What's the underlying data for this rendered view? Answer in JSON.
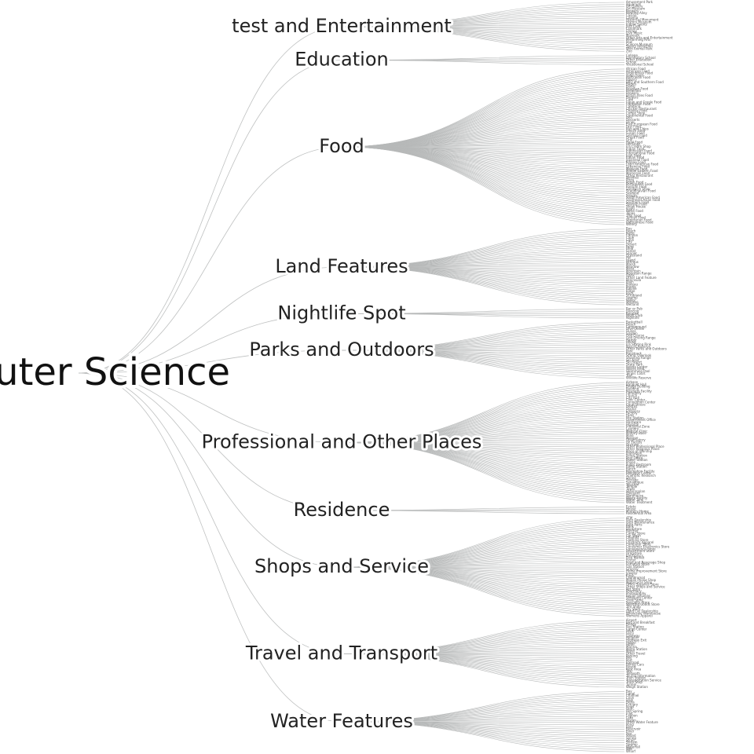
{
  "root": {
    "label": "Computer Science"
  },
  "colors": {
    "link": "#bfc1c1",
    "label": "#222222",
    "leaf": "#555555"
  },
  "categories": [
    {
      "label": "test and Entertainment",
      "children": [
        "Amusement Park",
        "Aquarium",
        "Art Gallery",
        "Art Museum",
        "Brewery",
        "Bowling Alley",
        "Casino",
        "Cinema",
        "Historical Monument",
        "History Museum",
        "Indoor Sports",
        "Jazz Club",
        "Landmark",
        "Library",
        "Live Music",
        "Museum",
        "Other Arts and Entertainment",
        "Performing Arts",
        "Pool",
        "Science Museum",
        "Sports Attraction",
        "Wild Animal Park",
        "Zoo"
      ]
    },
    {
      "label": "Education",
      "children": [
        "College",
        "Elementary School",
        "Other Education",
        "School",
        "Vocational School"
      ]
    },
    {
      "label": "Food",
      "children": [
        "African Food",
        "American Food",
        "Argentinian Food",
        "Asian Food",
        "Australian Food",
        "Bakery",
        "BBQ and Southern Food",
        "Bagels",
        "Bistro",
        "Brazilian Food",
        "Breakfast",
        "Brewery",
        "British Isles Food",
        "Burgers",
        "Cafe",
        "Cajun and Creole Food",
        "Caribbean Food",
        "Cafeteria",
        "Chicken Restaurant",
        "Chinese Food",
        "Coffee Shop",
        "Continental Food",
        "Deli",
        "Desserts",
        "Diner",
        "East European Food",
        "Fast Food",
        "Fish and Chips",
        "French Food",
        "Fusion Food",
        "German Food",
        "Greek Food",
        "Grill",
        "Halal Food",
        "Hot Dogs",
        "Ice Cream Shop",
        "Indian Food",
        "Indonesian Food",
        "International Food",
        "Irish Food",
        "Italian Food",
        "Japanese Food",
        "Korean Food",
        "Latin American Food",
        "Lebanese Food",
        "Mexican Food",
        "Middle Eastern Food",
        "Moroccan Food",
        "Other Restaurant",
        "Noodles",
        "Pizza",
        "Polish Food",
        "Portuguese Food",
        "Russian Food",
        "Sandwich Shop",
        "Scandinavian Food",
        "Seafood",
        "Snacks",
        "South American Food",
        "Southeast Asian Food",
        "Southern Food",
        "Spanish Food",
        "Steak House",
        "Sushi",
        "Swiss Food",
        "Tapas",
        "Thai Food",
        "Turkish Food",
        "Vegetarian Food",
        "Vietnamese Food",
        "Winery"
      ]
    },
    {
      "label": "Land Features",
      "children": [
        "Bay",
        "Beach",
        "Butte",
        "Canyon",
        "Cape",
        "Cave",
        "City",
        "Desert",
        "Farm",
        "Field",
        "Forest",
        "Glacier",
        "Grassland",
        "Hill",
        "Island",
        "Isthmus",
        "Marsh",
        "Meadow",
        "Mesa",
        "Mountain",
        "Mountain Range",
        "Oasis",
        "Other Land Feature",
        "Peninsula",
        "Plain",
        "Plateau",
        "Prairie",
        "Ravine",
        "Ridge",
        "Rock",
        "Scrubland",
        "Swamp",
        "Valley",
        "Volcano",
        "Wetland"
      ]
    },
    {
      "label": "Nightlife Spot",
      "children": [
        "Bar or Pub",
        "Dancing",
        "Karaoke",
        "Night Club",
        "Nightlife"
      ]
    },
    {
      "label": "Parks and Outdoors",
      "children": [
        "Basketball",
        "Beach",
        "Campground",
        "Dive Center",
        "Dunes",
        "Garden",
        "Golf Course",
        "Golf Driving Range",
        "Harbor",
        "Hiking",
        "Ice Skating Rink",
        "Nature Reserve",
        "Other Parks and Outdoors",
        "Park",
        "Racetrack",
        "Scenic Overlook",
        "Shooting Range",
        "Ski Area",
        "Ski Resort",
        "Skate Park",
        "Sports Center",
        "Sports Field",
        "Swimming Pool",
        "Tennis Court",
        "Trail",
        "Wildlife Reserve"
      ]
    },
    {
      "label": "Professional and Other Places",
      "children": [
        "Airbase",
        "Banquet Hall",
        "Bridge Building",
        "Building",
        "Business Facility",
        "Cemetery",
        "Church",
        "City Hall",
        "Civic Center",
        "Convention Center",
        "Court House",
        "Dentist",
        "Doctor",
        "Embassy",
        "Factory",
        "Farm",
        "Fire Station",
        "Government Office",
        "Hardware",
        "Hospital",
        "Industrial Zone",
        "Laundry",
        "Medical Clinic",
        "Military Base",
        "Mine",
        "Mosque",
        "Observatory",
        "Oil Facility",
        "Orchard",
        "Other Professional Place",
        "Other Religious Place",
        "Place of Worship",
        "Plantation",
        "Police Station",
        "Post Office",
        "Power Station",
        "Prison",
        "Public Restroom",
        "Radio Station",
        "Ranch",
        "Recreation Facility",
        "Religious Center",
        "Scientific Research",
        "Shrine",
        "Storage",
        "Synagogue",
        "Telecom",
        "Temple",
        "Tower",
        "Veterinarian",
        "Vineyard",
        "Warehouse",
        "Waste Facility",
        "Water Tank",
        "Water Treatment"
      ]
    },
    {
      "label": "Residence",
      "children": [
        "Estate",
        "House",
        "Ministry Home",
        "Residential Area"
      ]
    },
    {
      "label": "Shops and Service",
      "children": [
        "ATM",
        "Auto Dealership",
        "Auto Maintenance",
        "Auto Parts",
        "Bank",
        "Bookstore",
        "Butcher",
        "Candy Store",
        "Car Wash",
        "Chemist",
        "Clothing Store",
        "Childrens Apparel",
        "Computer Store",
        "Consumer Electronics Store",
        "Convenience Store",
        "Department Store",
        "Drugstore",
        "Electronics",
        "Flea Market",
        "Florist",
        "Food and Beverage Shop",
        "Furniture Store",
        "Gas Station",
        "Grocery",
        "Home Improvement Store",
        "Jeweler",
        "Kiosk",
        "Laundromat",
        "Mobile Phone Shop",
        "Motorcycle Shop",
        "Office Supplies Store",
        "Other Shops and Service",
        "Pet Store",
        "Pharmacy",
        "Photography",
        "Repair Services",
        "Shopping Center",
        "Shoe Store",
        "Specialty Store",
        "Sporting Goods Store",
        "Tire Shop",
        "Toy Store",
        "Used Car Dealership",
        "Wholesale Warehouse",
        "Womens Apparel"
      ]
    },
    {
      "label": "Travel and Transport",
      "children": [
        "Airport",
        "Bed and Breakfast",
        "Bridge",
        "Bus Station",
        "Cargo Center",
        "Dock",
        "Ferry",
        "Gateway",
        "Heliport",
        "Highway Exit",
        "Hostel",
        "Hotel",
        "Marina",
        "Metro Station",
        "Motel",
        "Other Travel",
        "Parking",
        "Pier",
        "Port",
        "Railroad",
        "Rental Cars",
        "Resort",
        "Rest Area",
        "Taxi",
        "Tollbooth",
        "Tourist Information",
        "Train Station",
        "Transportation Service",
        "Truck Stop",
        "Tunnel",
        "Weigh Station"
      ]
    },
    {
      "label": "Water Features",
      "children": [
        "Bay",
        "Canal",
        "Channel",
        "Cove",
        "Dam",
        "Delta",
        "Estuary",
        "Fjord",
        "Gulf",
        "Hot Spring",
        "Inlet",
        "Lagoon",
        "Lake",
        "Ocean",
        "Other Water Feature",
        "Pond",
        "Reef",
        "Reservoir",
        "River",
        "Sea",
        "Sound",
        "Spring",
        "Strait",
        "Stream",
        "Swamp",
        "Waterfall",
        "Well",
        "Wharf"
      ]
    }
  ]
}
